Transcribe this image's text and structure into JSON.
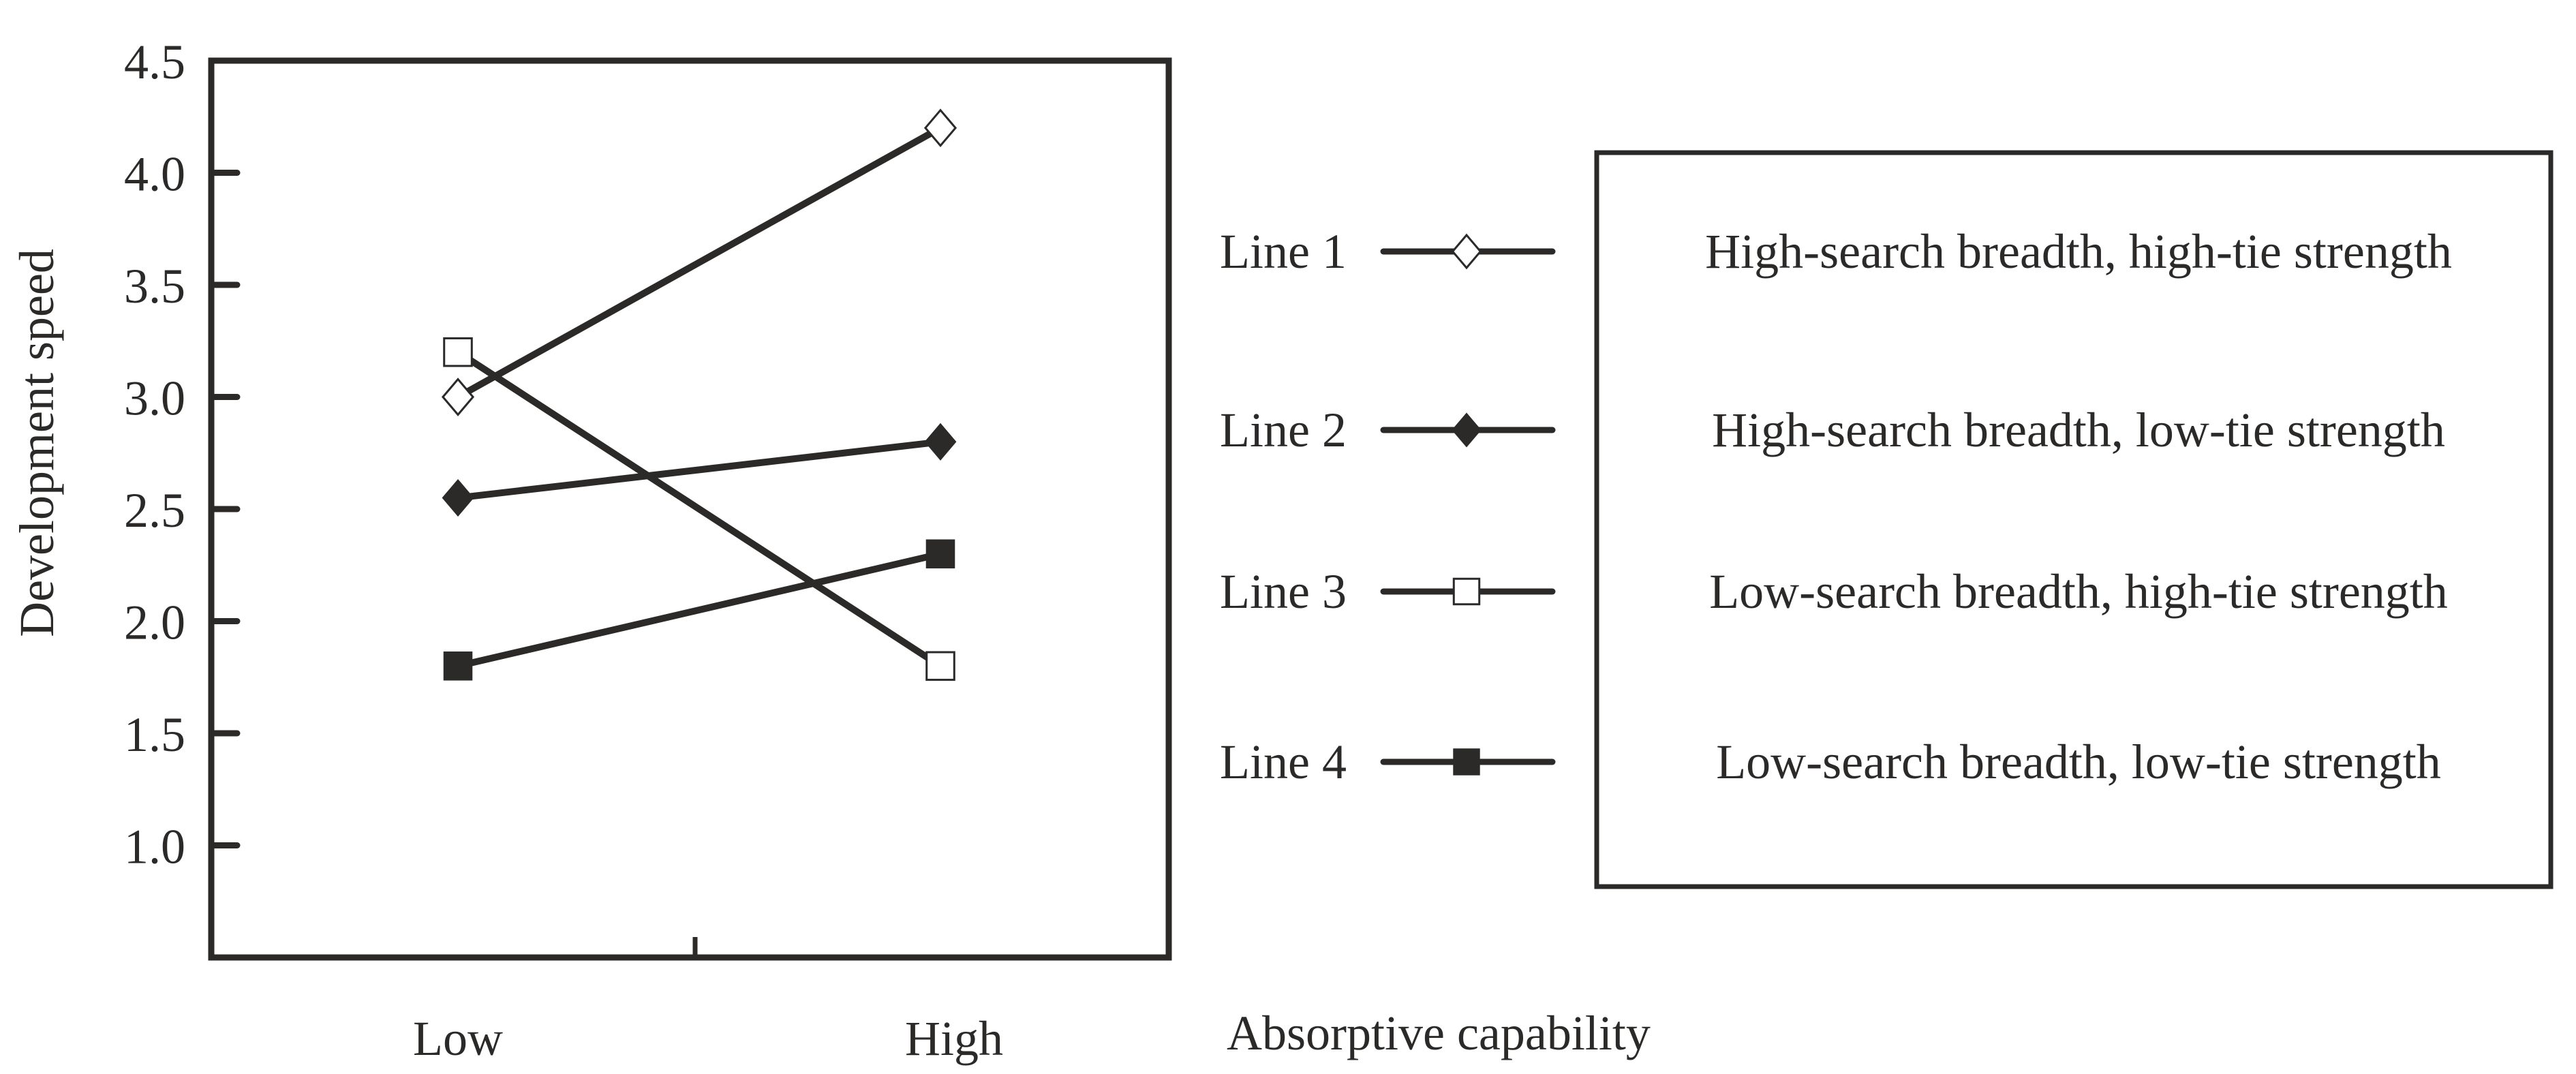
{
  "chart_data": {
    "type": "line",
    "title": "",
    "xlabel": "Absorptive capability",
    "ylabel": "Development speed",
    "categories": [
      "Low",
      "High"
    ],
    "ylim": [
      0.5,
      4.5
    ],
    "yticks": [
      "1.0",
      "1.5",
      "2.0",
      "2.5",
      "3.0",
      "3.5",
      "4.0",
      "4.5"
    ],
    "ytick_values": [
      1.0,
      1.5,
      2.0,
      2.5,
      3.0,
      3.5,
      4.0,
      4.5
    ],
    "grid": false,
    "legend_position": "right",
    "series": [
      {
        "name": "Line 1",
        "description": "High-search breadth, high-tie strength",
        "marker": "diamond-open",
        "values": [
          3.0,
          4.2
        ]
      },
      {
        "name": "Line 2",
        "description": "High-search breadth, low-tie strength",
        "marker": "diamond-filled",
        "values": [
          2.55,
          2.8
        ]
      },
      {
        "name": "Line 3",
        "description": "Low-search breadth, high-tie strength",
        "marker": "square-open",
        "values": [
          3.2,
          1.8
        ]
      },
      {
        "name": "Line 4",
        "description": "Low-search breadth, low-tie strength",
        "marker": "square-filled",
        "values": [
          1.8,
          2.3
        ]
      }
    ]
  },
  "colors": {
    "ink": "#2b2a29",
    "background": "#ffffff"
  }
}
